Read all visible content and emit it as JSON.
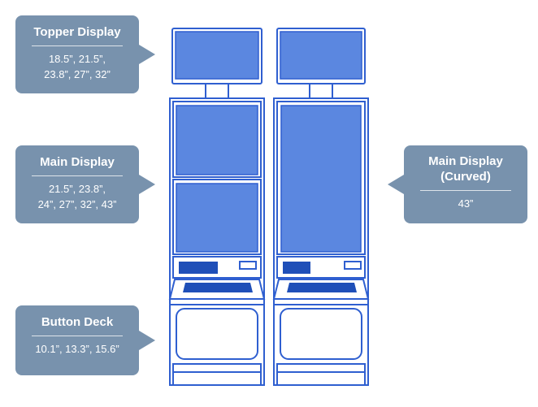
{
  "callouts": {
    "topper": {
      "title": "Topper Display",
      "sizes_line1": "18.5”, 21.5”,",
      "sizes_line2": "23.8”,  27”, 32”"
    },
    "main": {
      "title": "Main Display",
      "sizes_line1": "21.5”, 23.8”,",
      "sizes_line2": "24”, 27”, 32”, 43”"
    },
    "curved": {
      "title_line1": "Main Display",
      "title_line2": "(Curved)",
      "sizes": "43”"
    },
    "button_deck": {
      "title": "Button Deck",
      "sizes": "10.1”, 13.3”, 15.6”"
    }
  },
  "colors": {
    "callout_fill": "#7892ad",
    "outline": "#2f5fd0",
    "screen_fill": "#5b87e0",
    "screen_dark": "#1f4fb8"
  }
}
